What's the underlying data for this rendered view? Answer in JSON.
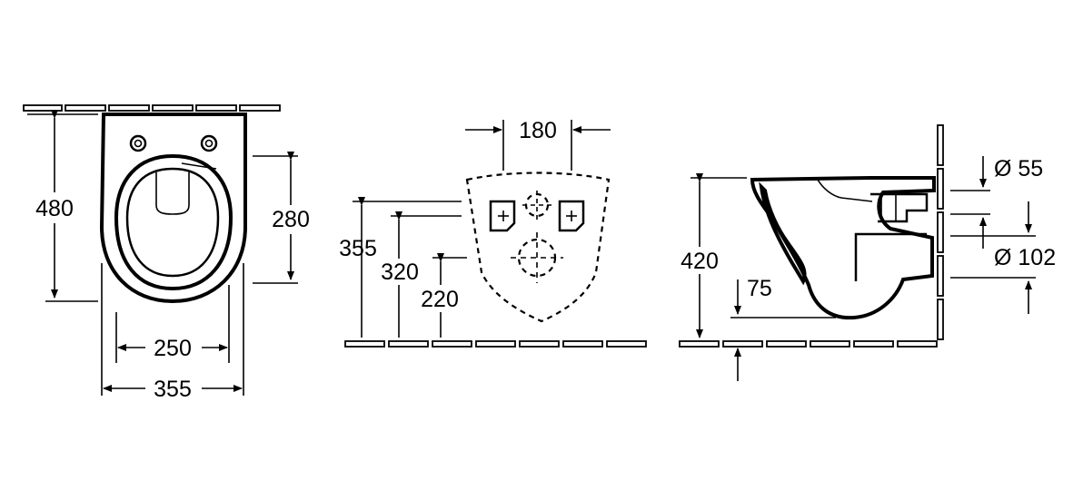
{
  "top_view": {
    "dims": {
      "height_total": "480",
      "seat_front": "280",
      "inner_width": "250",
      "outer_width": "355"
    }
  },
  "front_view": {
    "dims": {
      "bolt_spacing": "180",
      "height_top": "355",
      "height_bolts": "320",
      "height_drain": "220"
    }
  },
  "side_view": {
    "dims": {
      "height": "420",
      "offset": "75",
      "dia_inlet": "Ø 55",
      "dia_outlet": "Ø 102"
    }
  }
}
